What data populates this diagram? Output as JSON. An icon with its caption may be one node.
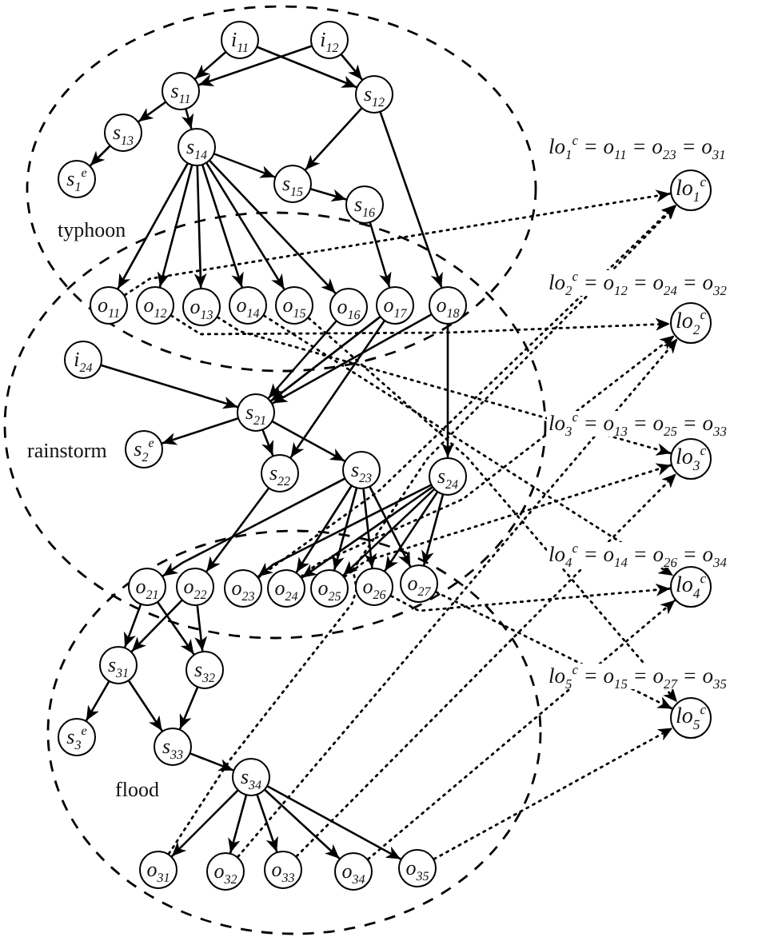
{
  "diagram": {
    "nodes": [
      {
        "text": [
          "typhoon"
        ]
      },
      {
        "text": [
          "i$_{11}$"
        ],
        "in": 0
      },
      {
        "text": [
          "i$_{12}$"
        ],
        "in": 0
      },
      {
        "text": [
          "s$_{11}$"
        ],
        "in": 0
      },
      {
        "text": [
          "s$_{12}$"
        ],
        "in": 0
      },
      {
        "text": [
          "s$_{13}$"
        ],
        "in": 0
      },
      {
        "text": [
          "s$_{14}$"
        ],
        "in": 0
      },
      {
        "text": [
          "s$_{1}$$^{e}$"
        ],
        "in": 0
      },
      {
        "text": [
          "s$_{15}$"
        ],
        "in": 0
      },
      {
        "text": [
          "s$_{16}$"
        ],
        "in": 0
      },
      {
        "text": [
          "o$_{11}$"
        ]
      },
      {
        "text": [
          "o$_{12}$"
        ]
      },
      {
        "text": [
          "o$_{13}$"
        ]
      },
      {
        "text": [
          "o$_{14}$"
        ]
      },
      {
        "text": [
          "o$_{15}$"
        ]
      },
      {
        "text": [
          "o$_{16}$"
        ]
      },
      {
        "text": [
          "o$_{17}$"
        ]
      },
      {
        "text": [
          "o$_{18}$"
        ]
      },
      {
        "text": [
          "rainstorm"
        ]
      },
      {
        "text": [
          "i$_{24}$"
        ],
        "in": 18
      },
      {
        "text": [
          "s$_{21}$"
        ],
        "in": 18
      },
      {
        "text": [
          "s$_{2}$$^{e}$"
        ],
        "in": 18
      },
      {
        "text": [
          "s$_{22}$"
        ],
        "in": 18
      },
      {
        "text": [
          "s$_{23}$"
        ],
        "in": 18
      },
      {
        "text": [
          "s$_{24}$"
        ],
        "in": 18
      },
      {
        "text": [
          "o$_{21}$"
        ]
      },
      {
        "text": [
          "o$_{22}$"
        ]
      },
      {
        "text": [
          "o$_{23}$"
        ]
      },
      {
        "text": [
          "o$_{24}$"
        ]
      },
      {
        "text": [
          "o$_{25}$"
        ]
      },
      {
        "text": [
          "o$_{26}$"
        ]
      },
      {
        "text": [
          "o$_{27}$"
        ]
      },
      {
        "text": [
          "flood"
        ]
      },
      {
        "text": [
          "s$_{31}$"
        ],
        "in": 32
      },
      {
        "text": [
          "s$_{32}$"
        ],
        "in": 32
      },
      {
        "text": [
          "s$_{3}$$^{e}$"
        ],
        "in": 32
      },
      {
        "text": [
          "s$_{33}$"
        ],
        "in": 32
      },
      {
        "text": [
          "s$_{34}$"
        ],
        "in": 32
      },
      {
        "text": [
          "o$_{31}$"
        ],
        "in": 32
      },
      {
        "text": [
          "o$_{32}$"
        ],
        "in": 32
      },
      {
        "text": [
          "o$_{33}$"
        ],
        "in": 32
      },
      {
        "text": [
          "o$_{34}$"
        ],
        "in": 32
      },
      {
        "text": [
          "o$_{35}$"
        ],
        "in": 32
      },
      {
        "text": [
          "lo$_{1}$$^{c}$"
        ],
        "beside": [
          "lo$_{1}$$^{c}$ = o$_{11}$ = o$_{23}$ = o$_{31}$"
        ]
      },
      {
        "text": [
          "lo$_{2}$$^{c}$"
        ],
        "beside": [
          "lo$_{2}$$^{c}$ = o$_{12}$ = o$_{24}$ = o$_{32}$"
        ]
      },
      {
        "text": [
          "lo$_{3}$$^{c}$"
        ],
        "beside": [
          "lo$_{3}$$^{c}$ = o$_{13}$ = o$_{25}$ = o$_{33}$"
        ]
      },
      {
        "text": [
          "lo$_{4}$$^{c}$"
        ],
        "beside": [
          "lo$_{4}$$^{c}$ = o$_{14}$ = o$_{26}$ = o$_{34}$"
        ]
      },
      {
        "text": [
          "lo$_{5}$$^{c}$"
        ],
        "beside": [
          "lo$_{5}$$^{c}$ = o$_{15}$ = o$_{27}$ = o$_{35}$"
        ]
      }
    ],
    "edges": [
      {
        "from": 1,
        "to": 3,
        "arrow": "to"
      },
      {
        "from": 1,
        "to": 4,
        "arrow": "to"
      },
      {
        "from": 2,
        "to": 3,
        "arrow": "to"
      },
      {
        "from": 2,
        "to": 4,
        "arrow": "to"
      },
      {
        "from": 3,
        "to": 5,
        "arrow": "to"
      },
      {
        "from": 3,
        "to": 6,
        "arrow": "to"
      },
      {
        "from": 5,
        "to": 7,
        "arrow": "to"
      },
      {
        "from": 4,
        "to": 8,
        "arrow": "to"
      },
      {
        "from": 4,
        "to": 17,
        "arrow": "to"
      },
      {
        "from": 6,
        "to": 8,
        "arrow": "to"
      },
      {
        "from": 8,
        "to": 9,
        "arrow": "to"
      },
      {
        "from": 9,
        "to": 16,
        "arrow": "to"
      },
      {
        "from": 6,
        "to": 10,
        "arrow": "to"
      },
      {
        "from": 6,
        "to": 11,
        "arrow": "to"
      },
      {
        "from": 6,
        "to": 12,
        "arrow": "to"
      },
      {
        "from": 6,
        "to": 13,
        "arrow": "to"
      },
      {
        "from": 6,
        "to": 14,
        "arrow": "to"
      },
      {
        "from": 6,
        "to": 15,
        "arrow": "to"
      },
      {
        "from": 19,
        "to": 20,
        "arrow": "to"
      },
      {
        "from": 15,
        "to": 20,
        "arrow": "to"
      },
      {
        "from": 16,
        "to": 20,
        "arrow": "to"
      },
      {
        "from": 17,
        "to": 20,
        "arrow": "to"
      },
      {
        "from": 16,
        "to": 22,
        "arrow": "to"
      },
      {
        "from": 17,
        "to": 24,
        "arrow": "to"
      },
      {
        "from": 20,
        "to": 21,
        "arrow": "to"
      },
      {
        "from": 20,
        "to": 22,
        "arrow": "to"
      },
      {
        "from": 20,
        "to": 23,
        "arrow": "to"
      },
      {
        "from": 22,
        "to": 26,
        "arrow": "to"
      },
      {
        "from": 23,
        "to": 25,
        "arrow": "to"
      },
      {
        "from": 23,
        "to": 28,
        "arrow": "to"
      },
      {
        "from": 23,
        "to": 29,
        "arrow": "to"
      },
      {
        "from": 23,
        "to": 30,
        "arrow": "to"
      },
      {
        "from": 23,
        "to": 31,
        "arrow": "to"
      },
      {
        "from": 24,
        "to": 27,
        "arrow": "to"
      },
      {
        "from": 24,
        "to": 28,
        "arrow": "to"
      },
      {
        "from": 24,
        "to": 29,
        "arrow": "to"
      },
      {
        "from": 24,
        "to": 30,
        "arrow": "to"
      },
      {
        "from": 24,
        "to": 31,
        "arrow": "to"
      },
      {
        "from": 25,
        "to": 33,
        "arrow": "to"
      },
      {
        "from": 25,
        "to": 34,
        "arrow": "to"
      },
      {
        "from": 26,
        "to": 33,
        "arrow": "to"
      },
      {
        "from": 26,
        "to": 34,
        "arrow": "to"
      },
      {
        "from": 33,
        "to": 35,
        "arrow": "to"
      },
      {
        "from": 33,
        "to": 36,
        "arrow": "to"
      },
      {
        "from": 34,
        "to": 36,
        "arrow": "to"
      },
      {
        "from": 36,
        "to": 37,
        "arrow": "to"
      },
      {
        "from": 37,
        "to": 38,
        "arrow": "to"
      },
      {
        "from": 37,
        "to": 39,
        "arrow": "to"
      },
      {
        "from": 37,
        "to": 40,
        "arrow": "to"
      },
      {
        "from": 37,
        "to": 41,
        "arrow": "to"
      },
      {
        "from": 37,
        "to": 42,
        "arrow": "to"
      },
      {
        "from": 10,
        "to": 43,
        "arrow": "to",
        "style": "dashed"
      },
      {
        "from": 27,
        "to": 43,
        "arrow": "to",
        "style": "dashed"
      },
      {
        "from": 38,
        "to": 43,
        "arrow": "to",
        "style": "dashed"
      },
      {
        "from": 11,
        "to": 44,
        "arrow": "to",
        "style": "dashed"
      },
      {
        "from": 28,
        "to": 44,
        "arrow": "to",
        "style": "dashed"
      },
      {
        "from": 39,
        "to": 44,
        "arrow": "to",
        "style": "dashed"
      },
      {
        "from": 12,
        "to": 45,
        "arrow": "to",
        "style": "dashed"
      },
      {
        "from": 29,
        "to": 45,
        "arrow": "to",
        "style": "dashed"
      },
      {
        "from": 40,
        "to": 45,
        "arrow": "to",
        "style": "dashed"
      },
      {
        "from": 13,
        "to": 46,
        "arrow": "to",
        "style": "dashed"
      },
      {
        "from": 30,
        "to": 46,
        "arrow": "to",
        "style": "dashed"
      },
      {
        "from": 41,
        "to": 46,
        "arrow": "to",
        "style": "dashed"
      },
      {
        "from": 14,
        "to": 47,
        "arrow": "to",
        "style": "dashed"
      },
      {
        "from": 31,
        "to": 47,
        "arrow": "to",
        "style": "dashed"
      },
      {
        "from": 42,
        "to": 47,
        "arrow": "to",
        "style": "dashed"
      }
    ]
  }
}
